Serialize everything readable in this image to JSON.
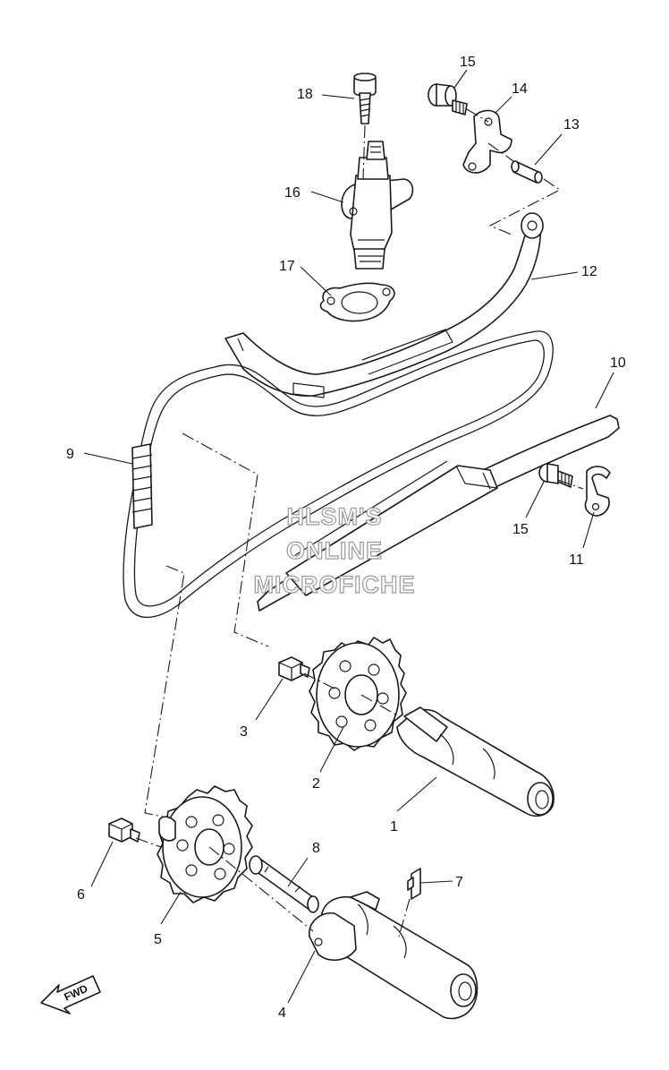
{
  "callouts": [
    {
      "id": "1",
      "text": "1"
    },
    {
      "id": "2",
      "text": "2"
    },
    {
      "id": "3",
      "text": "3"
    },
    {
      "id": "4",
      "text": "4"
    },
    {
      "id": "5",
      "text": "5"
    },
    {
      "id": "6",
      "text": "6"
    },
    {
      "id": "7",
      "text": "7"
    },
    {
      "id": "8",
      "text": "8"
    },
    {
      "id": "9",
      "text": "9"
    },
    {
      "id": "10",
      "text": "10"
    },
    {
      "id": "11",
      "text": "11"
    },
    {
      "id": "12",
      "text": "12"
    },
    {
      "id": "13",
      "text": "13"
    },
    {
      "id": "14",
      "text": "14"
    },
    {
      "id": "15a",
      "text": "15"
    },
    {
      "id": "15b",
      "text": "15"
    },
    {
      "id": "16",
      "text": "16"
    },
    {
      "id": "17",
      "text": "17"
    },
    {
      "id": "18",
      "text": "18"
    }
  ],
  "watermark": {
    "line1": "HLSM'S",
    "line2": "ONLINE",
    "line3": "MICROFICHE"
  },
  "fwd_badge": {
    "text": "FWD"
  }
}
